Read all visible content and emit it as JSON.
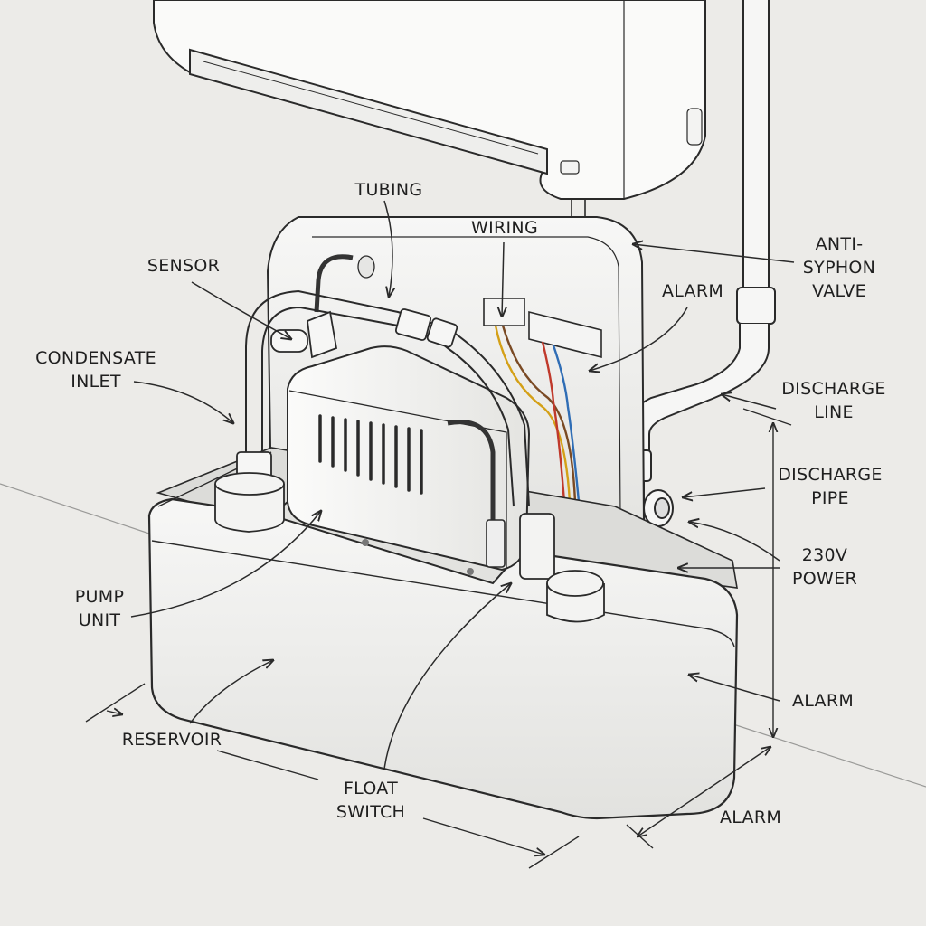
{
  "labels": {
    "tubing": "TUBING",
    "wiring": "WIRING",
    "sensor": "SENSOR",
    "anti_syphon_valve": [
      "ANTI-",
      "SYPHON",
      "VALVE"
    ],
    "alarm_top": "ALARM",
    "condensate_inlet": [
      "CONDENSATE",
      "INLET"
    ],
    "discharge_line": [
      "DISCHARGE",
      "LINE"
    ],
    "discharge_pipe": [
      "DISCHARGE",
      "PIPE"
    ],
    "power": [
      "230V",
      "POWER"
    ],
    "pump_unit": [
      "PUMP",
      "UNIT"
    ],
    "alarm_mid": "ALARM",
    "reservoir": "RESERVOIR",
    "float_switch": [
      "FLOAT",
      "SWITCH"
    ],
    "alarm_bottom": "ALARM"
  },
  "colors": {
    "background": "#ecebe8",
    "line": "#2a2a2a",
    "wire_red": "#c0392b",
    "wire_blue": "#2f6db5",
    "wire_yellow": "#d4a017",
    "wire_brown": "#7a4a24"
  }
}
